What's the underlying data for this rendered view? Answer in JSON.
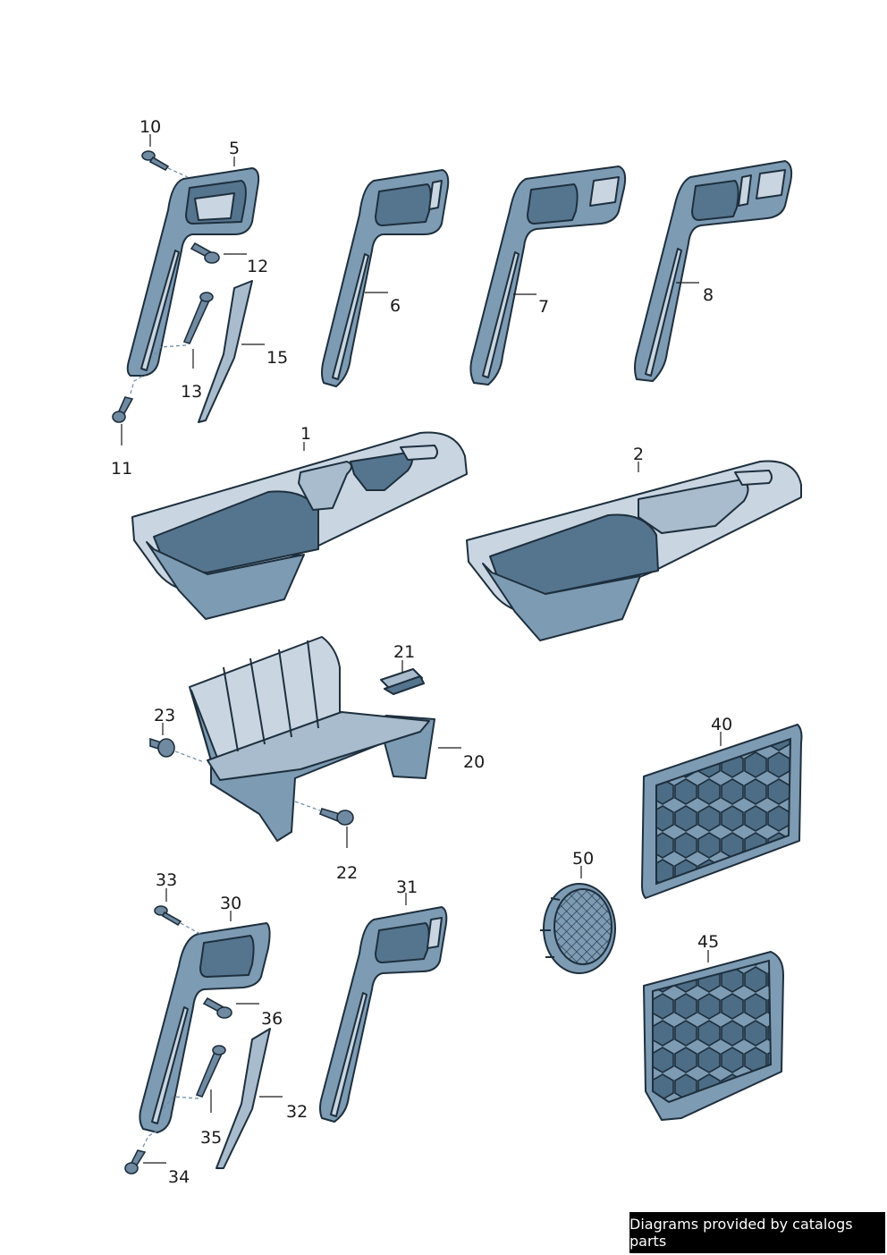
{
  "footer": {
    "credit": "Diagrams provided by catalogs parts"
  },
  "callouts": [
    "10",
    "5",
    "12",
    "6",
    "7",
    "8",
    "15",
    "13",
    "11",
    "1",
    "2",
    "21",
    "23",
    "20",
    "22",
    "40",
    "50",
    "33",
    "30",
    "31",
    "36",
    "32",
    "35",
    "34",
    "45"
  ]
}
